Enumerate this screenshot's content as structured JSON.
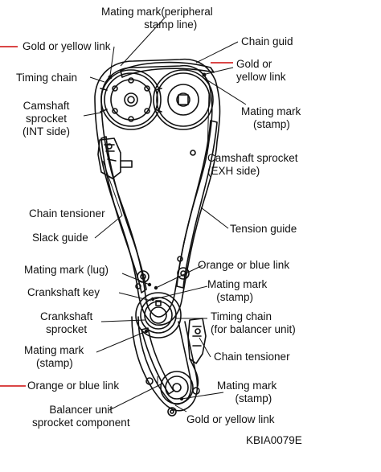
{
  "figure_code": "KBIA0079E",
  "colors": {
    "highlight": "#d42b2b",
    "ink": "#111111"
  },
  "labels": {
    "mating_mark_peripheral": "Mating mark(peripheral\n         stamp line)",
    "gold_yellow_link_top": "Gold or yellow link",
    "chain_guide": "Chain guid",
    "timing_chain": "Timing chain",
    "gold_yellow_link_right": "Gold or\nyellow link",
    "camshaft_sprocket_int": "Camshaft\nsprocket\n(INT side)",
    "mating_mark_stamp_cam": "Mating mark\n    (stamp)",
    "camshaft_sprocket_exh": "Camshaft sprocket\n(EXH side)",
    "chain_tensioner_upper": "Chain tensioner",
    "tension_guide": "Tension guide",
    "slack_guide": "Slack guide",
    "mating_mark_lug": "Mating mark (lug)",
    "orange_blue_link_right": "Orange or blue link",
    "crankshaft_key": "Crankshaft key",
    "mating_mark_stamp_crank": "Mating mark\n   (stamp)",
    "crankshaft_sprocket": "Crankshaft\nsprocket",
    "timing_chain_balancer": "Timing chain\n(for balancer unit)",
    "mating_mark_stamp_left": "Mating mark\n    (stamp)",
    "chain_tensioner_lower": "Chain tensioner",
    "orange_blue_link_left": "Orange or blue link",
    "mating_mark_stamp_bottom": "Mating mark\n      (stamp)",
    "balancer_unit_sprocket": "Balancer unit\nsprocket component",
    "gold_yellow_link_bottom": "Gold or yellow link"
  }
}
